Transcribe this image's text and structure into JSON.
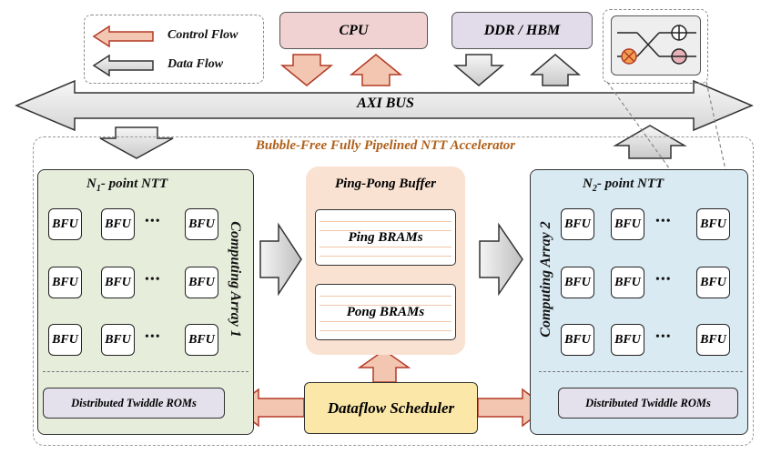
{
  "legend": {
    "control_flow": "Control Flow",
    "data_flow": "Data Flow"
  },
  "top": {
    "cpu": "CPU",
    "memory": "DDR / HBM"
  },
  "bus": {
    "label": "AXI BUS"
  },
  "accelerator": {
    "title": "Bubble-Free Fully Pipelined NTT Accelerator",
    "left": {
      "title_pre": "N",
      "title_sub": "1",
      "title_post": "- point NTT",
      "array_label": "Computing Array 1",
      "rom": "Distributed Twiddle ROMs"
    },
    "right": {
      "title_pre": "N",
      "title_sub": "2",
      "title_post": "- point NTT",
      "array_label": "Computing Array 2",
      "rom": "Distributed Twiddle ROMs"
    },
    "bfu_label": "BFU",
    "dots": "•••",
    "buffer": {
      "title": "Ping-Pong Buffer",
      "ping": "Ping BRAMs",
      "pong": "Pong BRAMs"
    },
    "scheduler": "Dataflow Scheduler"
  },
  "colors": {
    "control_arrow": "#f2c6b0",
    "control_stroke": "#b33a26",
    "data_arrow": "#d9d9d9",
    "data_stroke": "#333333"
  }
}
